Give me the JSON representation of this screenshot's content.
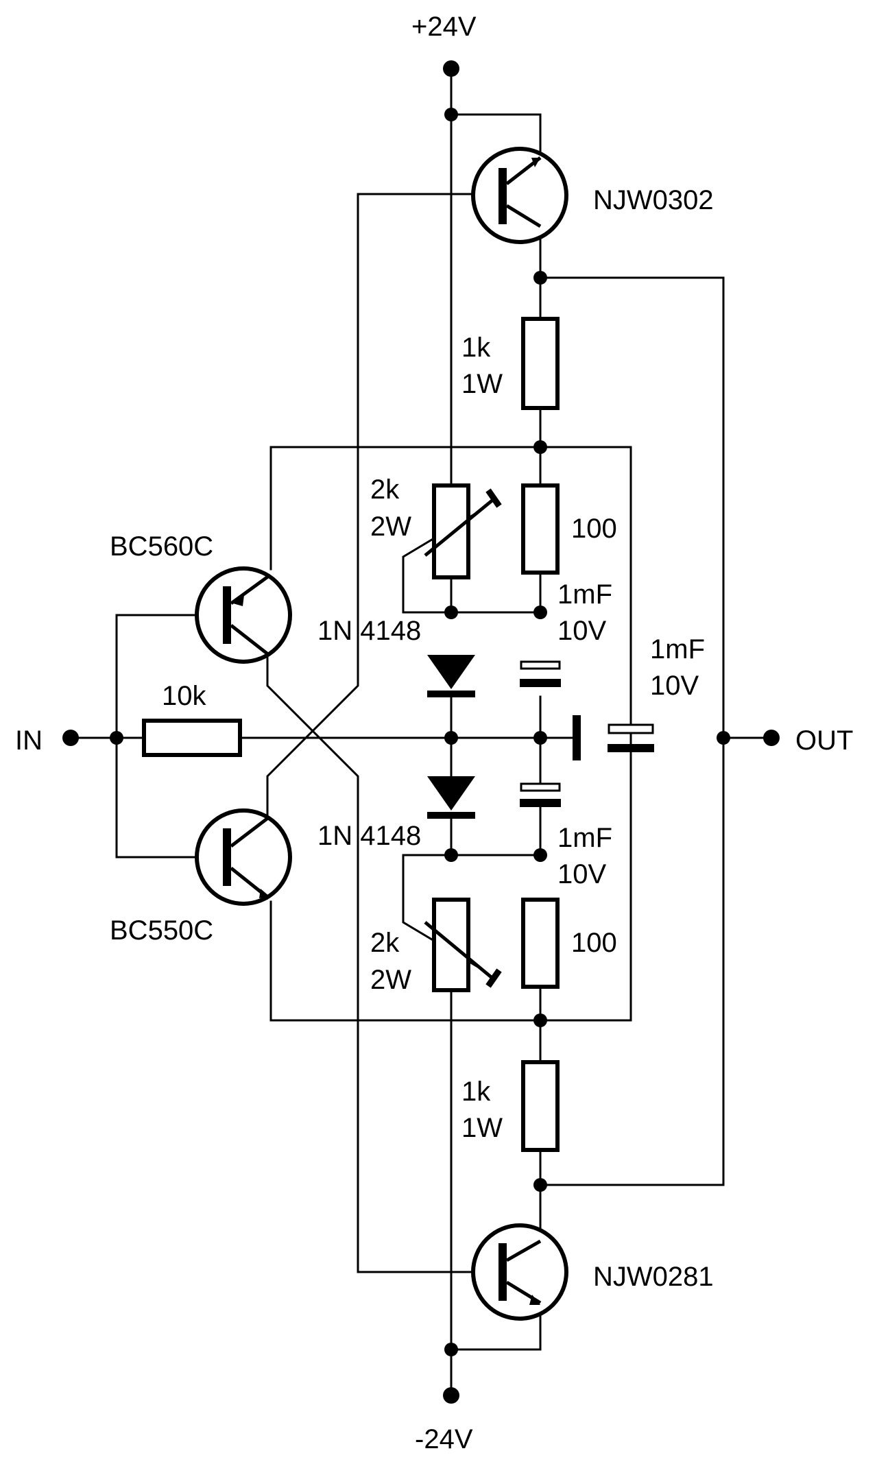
{
  "rails": {
    "positive": "+24V",
    "negative": "-24V"
  },
  "ports": {
    "input": "IN",
    "output": "OUT"
  },
  "transistors": {
    "output_npn": "NJW0302",
    "output_pnp": "NJW0281",
    "driver_pnp": "BC560C",
    "driver_npn": "BC550C"
  },
  "resistors": {
    "upper_emitter": {
      "line1": "1k",
      "line2": "1W"
    },
    "lower_emitter": {
      "line1": "1k",
      "line2": "1W"
    },
    "upper_pot": {
      "line1": "2k",
      "line2": "2W"
    },
    "lower_pot": {
      "line1": "2k",
      "line2": "2W"
    },
    "upper_bias": "100",
    "lower_bias": "100",
    "input": "10k"
  },
  "diodes": {
    "upper": "1N 4148",
    "lower": "1N 4148"
  },
  "capacitors": {
    "upper": {
      "line1": "1mF",
      "line2": "10V"
    },
    "lower": {
      "line1": "1mF",
      "line2": "10V"
    },
    "coupling": {
      "line1": "1mF",
      "line2": "10V"
    }
  }
}
